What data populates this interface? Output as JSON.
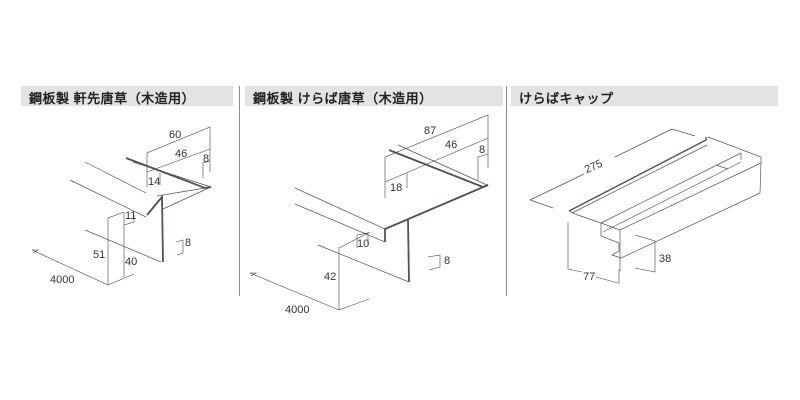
{
  "panels": [
    {
      "title": "鋼板製 軒先唐草（木造用）",
      "dimensions": {
        "length": "4000",
        "top_width": "60",
        "inner_width": "46",
        "lip": "8",
        "step": "14",
        "face_top": "11",
        "height_total": "51",
        "face_height": "40",
        "drip": "8"
      }
    },
    {
      "title": "鋼板製 けらば唐草（木造用）",
      "dimensions": {
        "length": "4000",
        "top_width": "87",
        "inner_width": "46",
        "lip": "8",
        "step": "18",
        "face_top": "10",
        "height_total": "42",
        "drip": "8"
      }
    },
    {
      "title": "けらばキャップ",
      "dimensions": {
        "length": "275",
        "width": "77",
        "height": "38"
      }
    }
  ],
  "colors": {
    "header_bg": "#e3e3e1",
    "divider": "#8a8a8a",
    "line": "#555555",
    "part": "#5a4e4e"
  }
}
